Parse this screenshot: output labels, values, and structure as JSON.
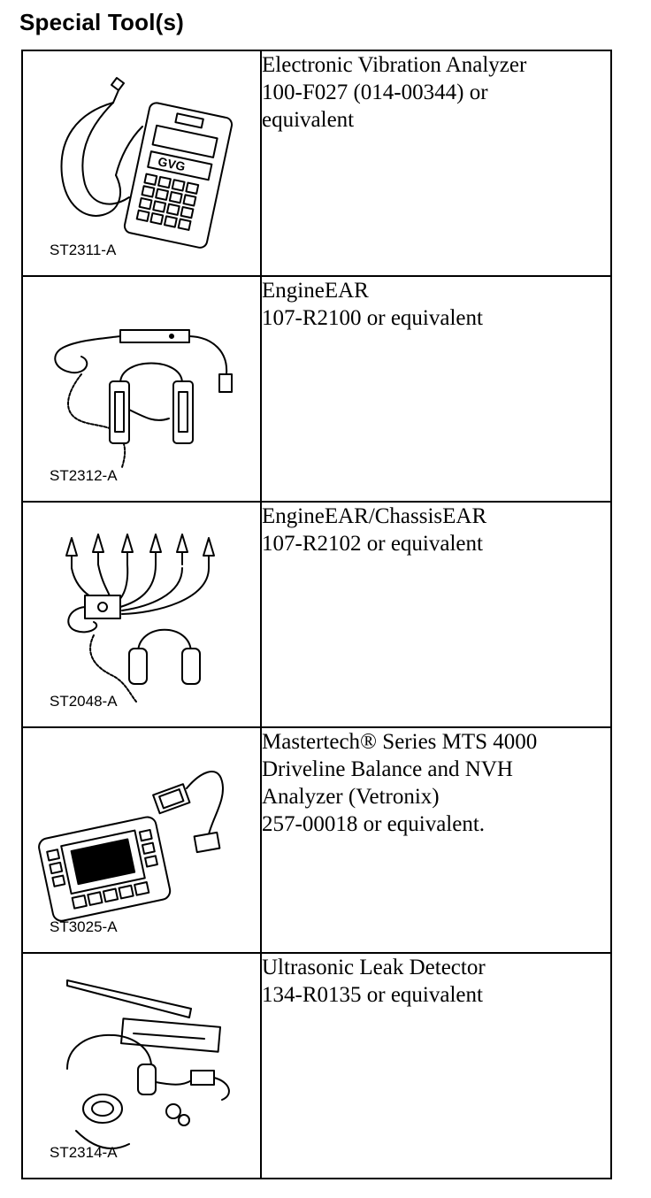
{
  "heading": "Special Tool(s)",
  "tools": [
    {
      "code": "ST2311-A",
      "icon": "vibration-analyzer-icon",
      "lines": [
        "Electronic Vibration Analyzer",
        "100-F027 (014-00344) or",
        "equivalent"
      ]
    },
    {
      "code": "ST2312-A",
      "icon": "engine-ear-icon",
      "lines": [
        "EngineEAR",
        "107-R2100 or equivalent"
      ]
    },
    {
      "code": "ST2048-A",
      "icon": "engine-chassis-ear-icon",
      "lines": [
        "EngineEAR/ChassisEAR",
        "107-R2102 or equivalent"
      ]
    },
    {
      "code": "ST3025-A",
      "icon": "mts4000-analyzer-icon",
      "lines": [
        "Mastertech® Series MTS 4000",
        "Driveline Balance and NVH",
        "Analyzer (Vetronix)",
        "257-00018 or equivalent."
      ]
    },
    {
      "code": "ST2314-A",
      "icon": "ultrasonic-leak-detector-icon",
      "lines": [
        "Ultrasonic Leak Detector",
        "134-R0135 or equivalent"
      ]
    }
  ]
}
